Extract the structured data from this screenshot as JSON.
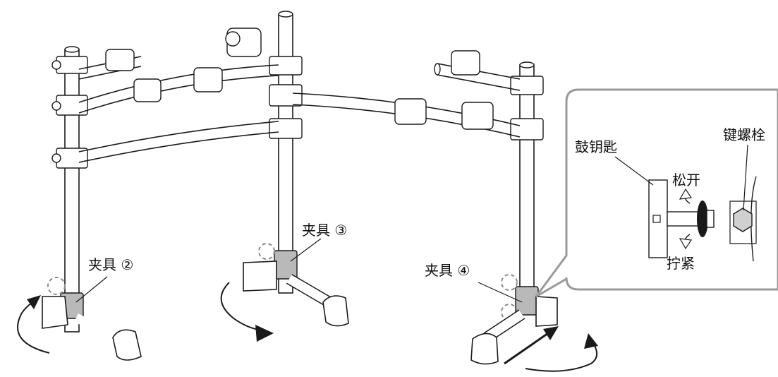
{
  "labels": {
    "clamp2": "夹具 ②",
    "clamp3": "夹具 ③",
    "clamp4": "夹具 ④",
    "drum_key": "鼓钥匙",
    "key_bolt": "键螺栓",
    "loosen": "松开",
    "tighten": "拧紧"
  },
  "colors": {
    "line": "#1a1a1a",
    "clamp_highlight": "#b9b9b9",
    "callout_border": "#9a9a9a",
    "dashed_circle": "#8a8a8a",
    "arrow": "#1a1a1a"
  }
}
